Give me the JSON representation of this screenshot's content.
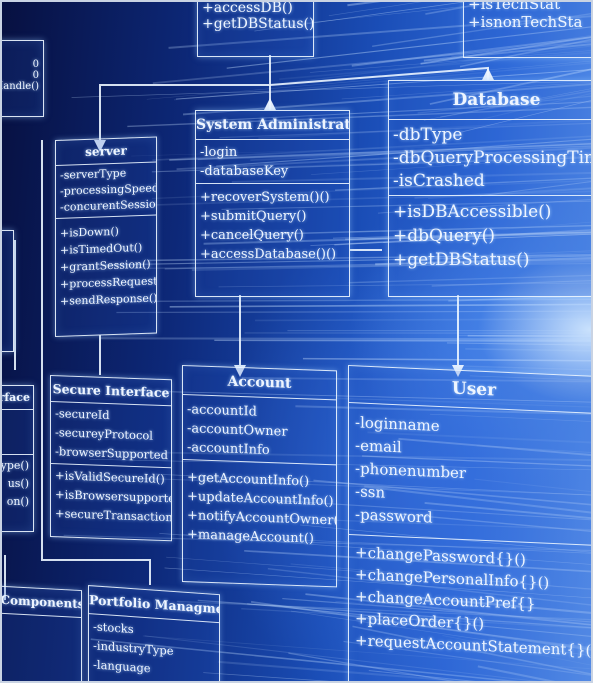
{
  "top_left_box": {
    "methods": [
      "+accessDB()",
      "+getDBStatus()"
    ]
  },
  "top_right_box": {
    "methods": [
      "+isTechStat",
      "+isnonTechSta"
    ]
  },
  "far_left_fragment": {
    "lines": [
      "0",
      "0",
      "Handle()"
    ]
  },
  "server": {
    "title": "server",
    "attributes": [
      "-serverType",
      "-processingSpeed",
      "-concurentSessions"
    ],
    "methods": [
      "+isDown()",
      "+isTimedOut()",
      "+grantSession()",
      "+processRequest()",
      "+sendResponse()"
    ]
  },
  "system_administrator": {
    "title": "System Administrator",
    "attributes": [
      "-login",
      "-databaseKey"
    ],
    "methods": [
      "+recoverSystem()()",
      "+submitQuery()",
      "+cancelQuery()",
      "+accessDatabase()()"
    ]
  },
  "database": {
    "title": "Database",
    "attributes": [
      "-dbType",
      "-dbQueryProcessingTime",
      "-isCrashed"
    ],
    "methods": [
      "+isDBAccessible()",
      "+dbQuery()",
      "+getDBStatus()"
    ]
  },
  "secure_interface": {
    "title": "Secure Interface",
    "attributes": [
      "-secureId",
      "-secureyProtocol",
      "-browserSupported"
    ],
    "methods": [
      "+isValidSecureId()",
      "+isBrowsersupported()",
      "+secureTransaction()"
    ]
  },
  "account": {
    "title": "Account",
    "attributes": [
      "-accountId",
      "-accountOwner",
      "-accountInfo"
    ],
    "methods": [
      "+getAccountInfo()",
      "+updateAccountInfo()",
      "+notifyAccountOwner()",
      "+manageAccount()"
    ]
  },
  "user": {
    "title": "User",
    "attributes": [
      "-loginname",
      "-email",
      "-phonenumber",
      "-ssn",
      "-password"
    ],
    "methods": [
      "+changePassword{}()",
      "+changePersonalInfo{}()",
      "+changeAccountPref{}",
      "+placeOrder{}()",
      "+requestAccountStatement{}()"
    ]
  },
  "left_interface_fragment": {
    "title": "rface",
    "methods": [
      "ype()",
      "us()",
      "on()"
    ]
  },
  "components_fragment": {
    "title": "r Components"
  },
  "portfolio": {
    "title": "Portfolio Managment",
    "attributes": [
      "-stocks",
      "-industryType",
      "-language"
    ]
  }
}
